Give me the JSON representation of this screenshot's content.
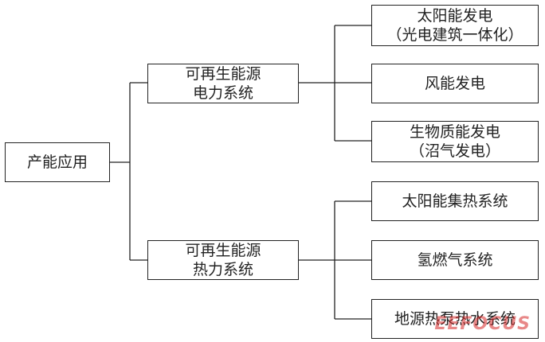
{
  "root": {
    "label": "产能应用"
  },
  "branches": [
    {
      "line1": "可再生能源",
      "line2": "电力系统",
      "children": [
        {
          "line1": "太阳能发电",
          "line2": "（光电建筑一体化）"
        },
        {
          "line1": "风能发电",
          "line2": ""
        },
        {
          "line1": "生物质能发电",
          "line2": "（沼气发电）"
        }
      ]
    },
    {
      "line1": "可再生能源",
      "line2": "热力系统",
      "children": [
        {
          "line1": "太阳能集热系统",
          "line2": ""
        },
        {
          "line1": "氢燃气系统",
          "line2": ""
        },
        {
          "line1": "地源热泵热水系统",
          "line2": ""
        }
      ]
    }
  ],
  "watermark": {
    "text": "EEFOCUS"
  },
  "colors": {
    "line": "#222222",
    "watermark": "#d62626"
  }
}
